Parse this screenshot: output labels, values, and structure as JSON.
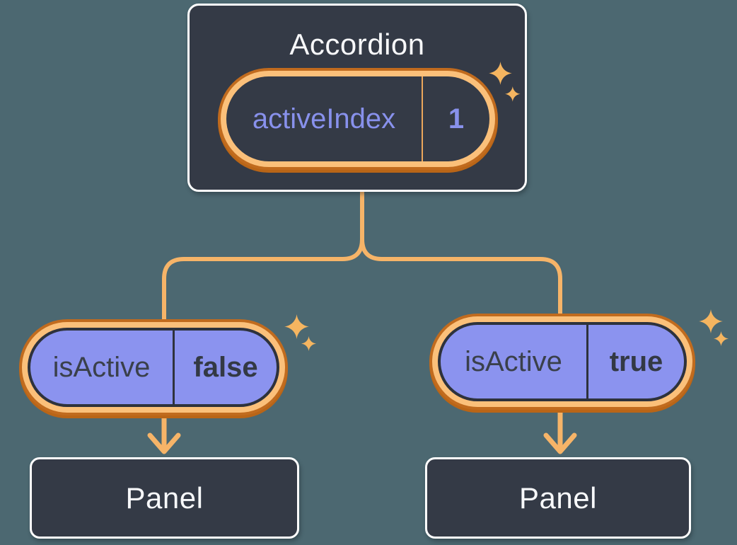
{
  "canvas": {
    "background": "#4C6871"
  },
  "palette": {
    "box_fill": "#343A46",
    "box_border": "#FFFFFF",
    "pill_purple": "#8B93EF",
    "purple_text": "#8891EC",
    "dark_text": "#3A404B",
    "ring_light_orange": "#FBC07A",
    "ring_dark_orange": "#C16B1E",
    "navy_border": "#2E323C",
    "connector_orange": "#F6B468",
    "sparkle_orange": "#F5B560",
    "title_text": "#F7F8FA"
  },
  "accordion": {
    "title": "Accordion",
    "state": {
      "name": "activeIndex",
      "value": "1"
    }
  },
  "children": [
    {
      "prop": {
        "name": "isActive",
        "value": "false"
      },
      "panel_label": "Panel"
    },
    {
      "prop": {
        "name": "isActive",
        "value": "true"
      },
      "panel_label": "Panel"
    }
  ]
}
